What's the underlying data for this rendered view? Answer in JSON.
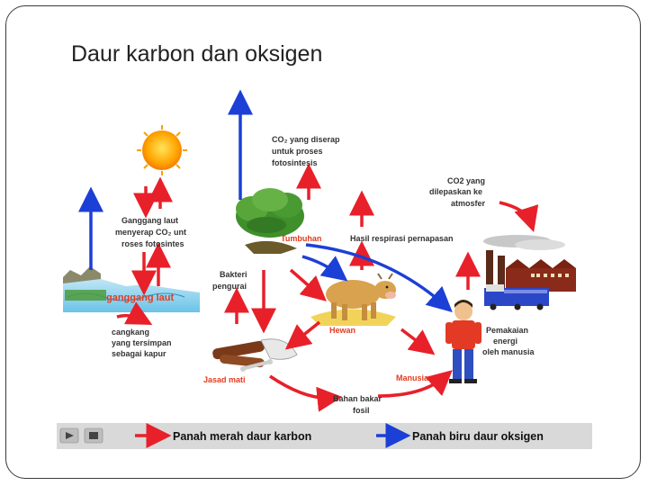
{
  "slide": {
    "title": "Daur karbon dan oksigen"
  },
  "diagram": {
    "labels": {
      "co2_absorbed": [
        "CO₂ yang diserap",
        "untuk proses",
        "fotosintesis"
      ],
      "co2_released": [
        "CO2 yang",
        "dilepaskan ke",
        "atmosfer"
      ],
      "seaweed_absorb": [
        "Ganggang laut",
        "menyerap CO₂ unt",
        "roses fotosintes"
      ],
      "plants": "Tumbuhan",
      "respiration": "Hasil respirasi pernapasan",
      "decomposer": [
        "Bakteri",
        "pengurai"
      ],
      "seaweed": "ganggang laut",
      "shells": [
        "cangkang",
        "yang tersimpan",
        "sebagai kapur"
      ],
      "animals": "Hewan",
      "human_energy": [
        "Pemakaian",
        "energi",
        "oleh manusia"
      ],
      "dead_matter": "Jasad mati",
      "humans": "Manusia",
      "fossil_fuel": [
        "Bahan bakar",
        "fosil"
      ]
    },
    "legend": {
      "red_label": "Panah merah daur karbon",
      "blue_label": "Panah biru daur oksigen"
    },
    "colors": {
      "carbon_arrow": "#e8202a",
      "oxygen_arrow": "#1c3fd6",
      "label_red": "#e53a1e"
    }
  }
}
